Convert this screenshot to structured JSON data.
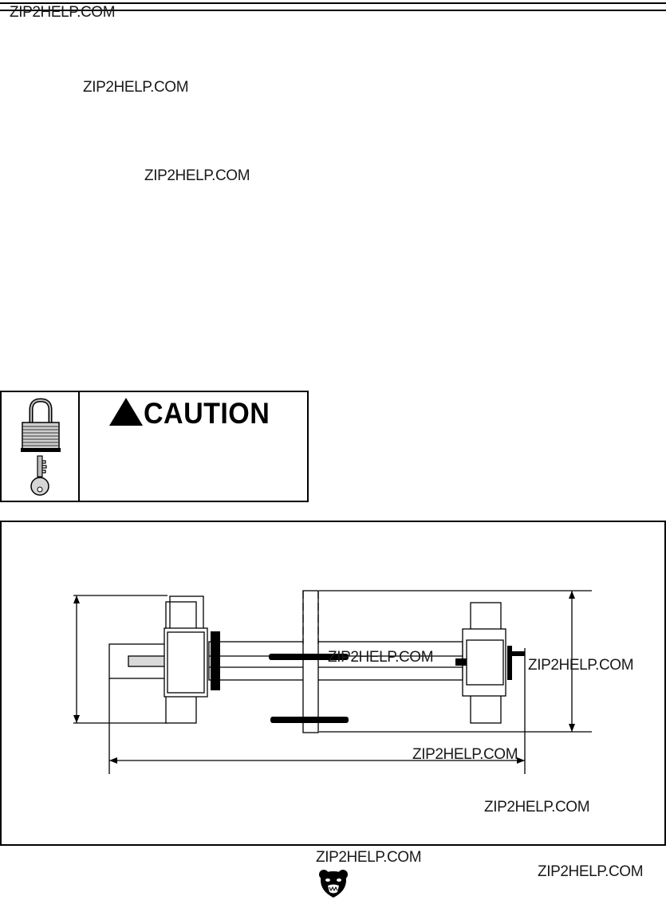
{
  "watermarks": [
    "ZIP2HELP.COM",
    "ZIP2HELP.COM",
    "ZIP2HELP.COM",
    "ZIP2HELP.COM",
    "ZIP2HELP.COM",
    "ZIP2HELP.COM",
    "ZIP2HELP.COM",
    "ZIP2HELP.COM",
    "ZIP2HELP.COM"
  ],
  "caution": {
    "label": "CAUTION",
    "icons": [
      "padlock-icon",
      "key-icon",
      "warning-triangle-icon"
    ]
  },
  "footer": {
    "logo": "bear-head-logo"
  },
  "colors": {
    "ink": "#000000",
    "paper": "#ffffff",
    "shaft_fill": "#d9d9d9"
  }
}
